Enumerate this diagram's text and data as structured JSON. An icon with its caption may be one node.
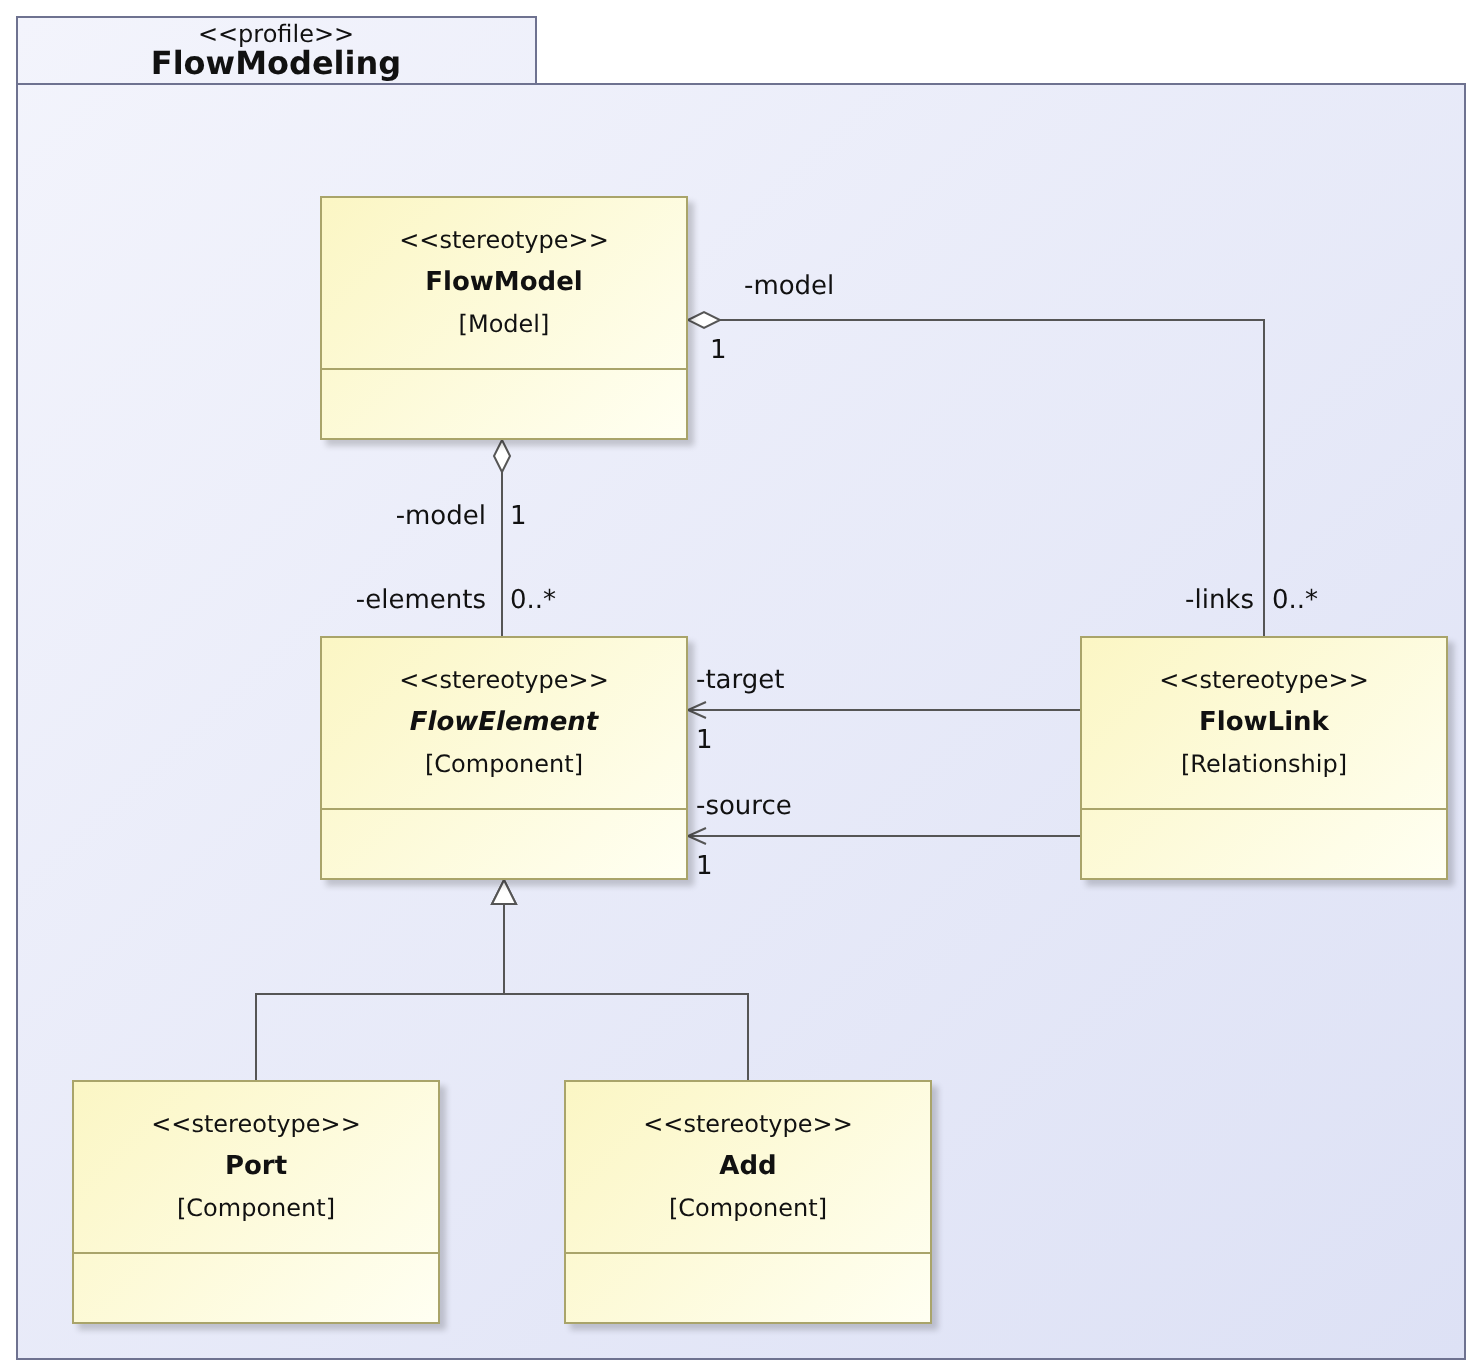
{
  "diagram": {
    "nodes": [
      {
        "text": [
          "<<profile>>",
          "FlowModeling"
        ]
      },
      {
        "text": [
          "<<stereotype>>",
          "FlowModel",
          "[Model]"
        ],
        "in": 0
      },
      {
        "text": [
          "<<stereotype>>",
          "FlowElement",
          "[Component]"
        ],
        "in": 0
      },
      {
        "text": [
          "<<stereotype>>",
          "FlowLink",
          "[Relationship]"
        ],
        "in": 0
      },
      {
        "text": [
          "<<stereotype>>",
          "Port",
          "[Component]"
        ],
        "in": 0
      },
      {
        "text": [
          "<<stereotype>>",
          "Add",
          "[Component]"
        ],
        "in": 0
      }
    ],
    "edges": [
      {
        "from": 1,
        "to": 2,
        "arrow": "other"
      },
      {
        "from": 1,
        "to": 3,
        "arrow": "other"
      },
      {
        "from": 3,
        "to": 2,
        "arrow": "to"
      },
      {
        "from": 3,
        "to": 2,
        "arrow": "to"
      },
      {
        "from": 4,
        "to": 2,
        "arrow": "to"
      },
      {
        "from": 5,
        "to": 2,
        "arrow": "to"
      }
    ],
    "labels": [
      "-model",
      "1",
      "-model",
      "1",
      "-elements",
      "0..*",
      "-links",
      "0..*",
      "-target",
      "1",
      "-source",
      "1"
    ]
  }
}
